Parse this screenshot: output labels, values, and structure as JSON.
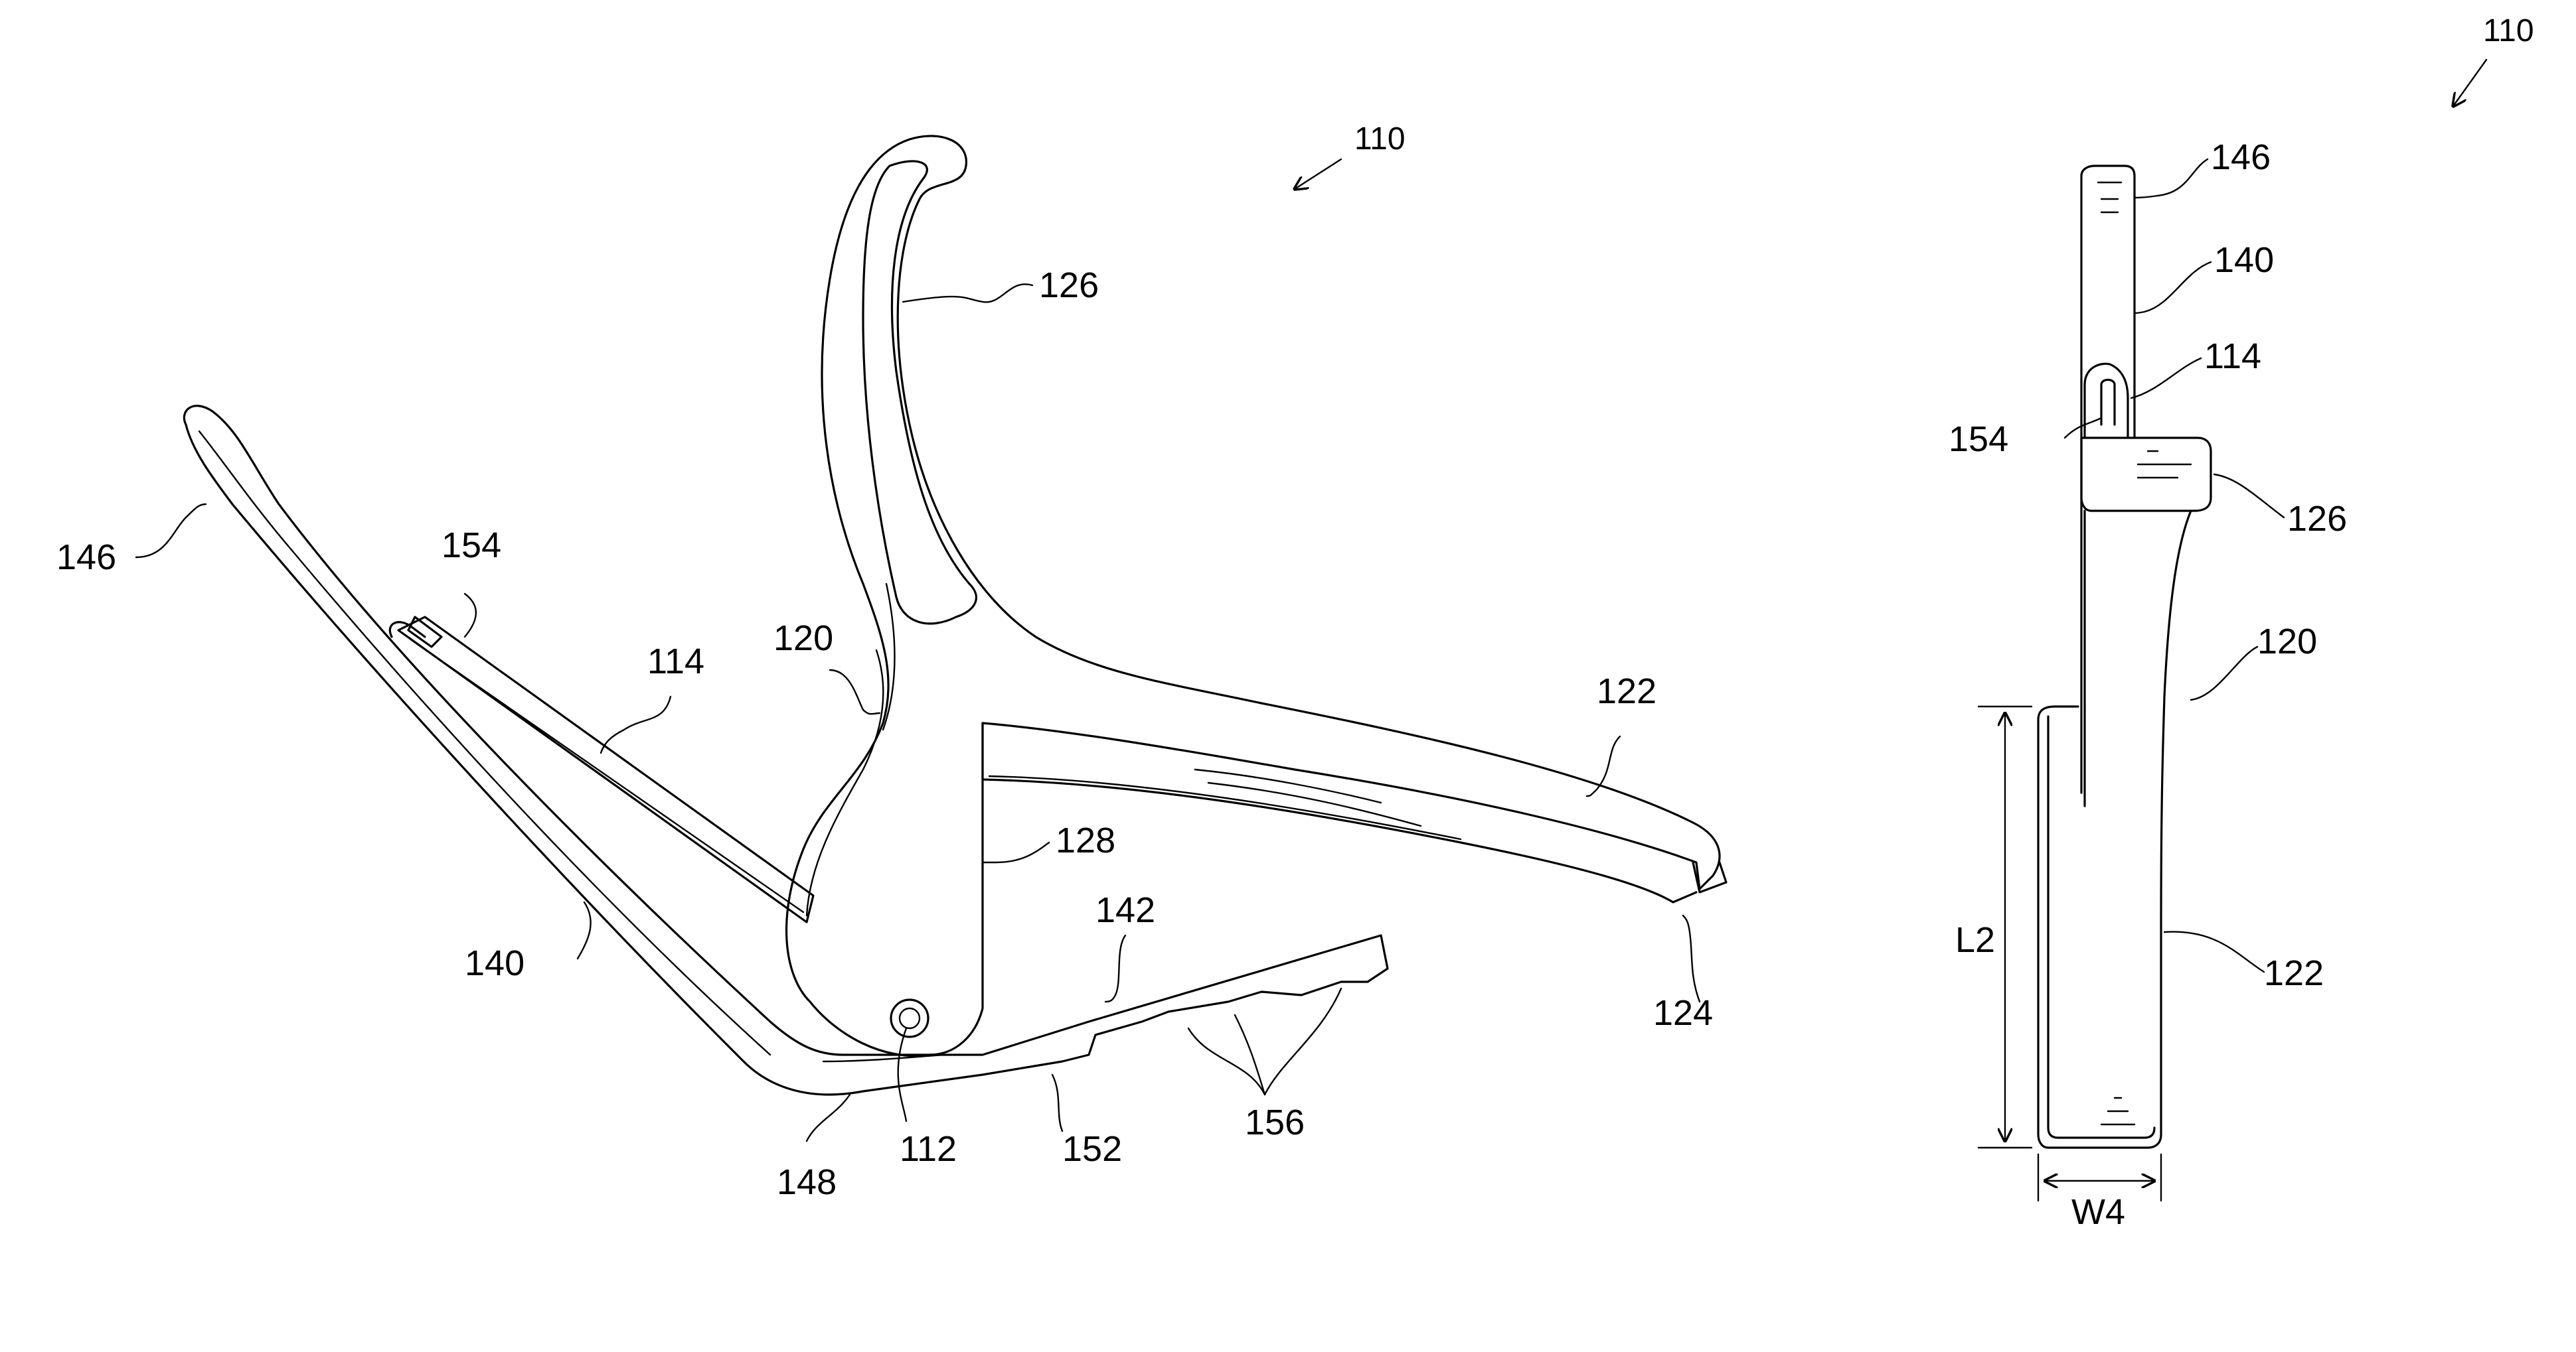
{
  "labels": {
    "ref_110_side": "110",
    "ref_110_front": "110",
    "ref_126": "126",
    "ref_146": "146",
    "ref_154": "154",
    "ref_114": "114",
    "ref_120": "120",
    "ref_122": "122",
    "ref_128": "128",
    "ref_142": "142",
    "ref_140": "140",
    "ref_124": "124",
    "ref_148": "148",
    "ref_112": "112",
    "ref_152": "152",
    "ref_156": "156",
    "front_146": "146",
    "front_140": "140",
    "front_114": "114",
    "front_154": "154",
    "front_126": "126",
    "front_120": "120",
    "front_122": "122",
    "dim_L2": "L2",
    "dim_W4": "W4"
  }
}
